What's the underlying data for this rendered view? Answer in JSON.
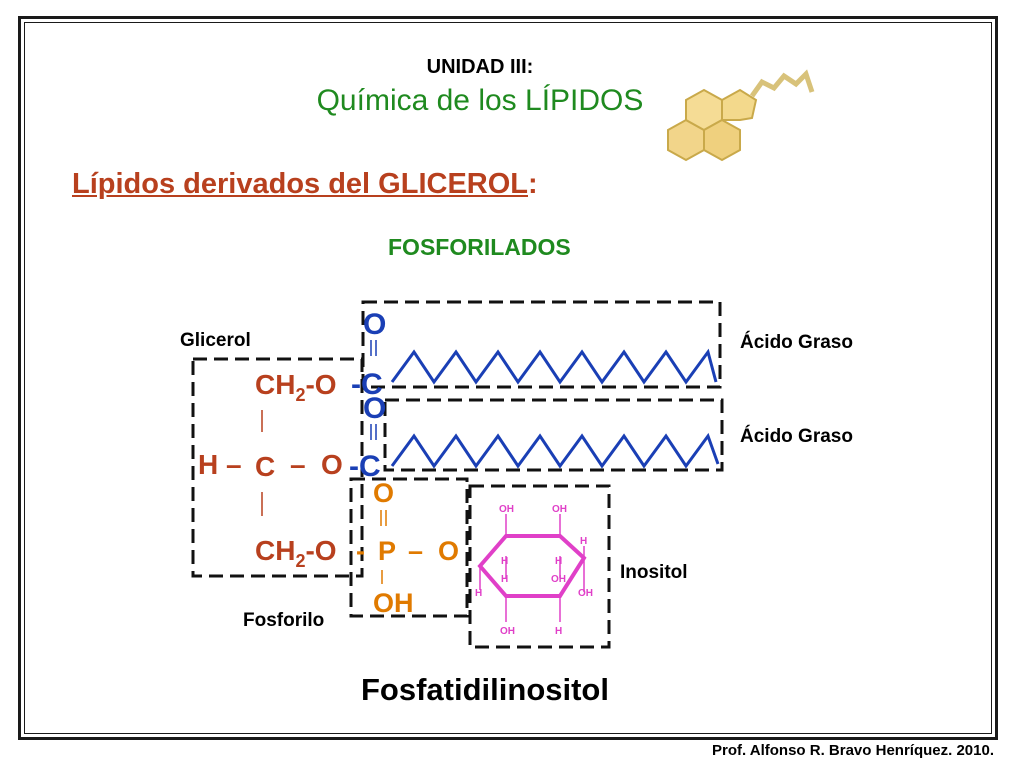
{
  "header": {
    "unit": "UNIDAD III:",
    "title": "Química de los LÍPIDOS"
  },
  "section": {
    "subtitle_main": "Lípidos derivados del GLICEROL",
    "subtitle_colon": ":",
    "category": "FOSFORILADOS"
  },
  "labels": {
    "glicerol": "Glicerol",
    "acido_graso_1": "Ácido Graso",
    "acido_graso_2": "Ácido Graso",
    "inositol": "Inositol",
    "fosforilo": "Fosforilo"
  },
  "formula": {
    "ch2o_top": "CH",
    "sub2": "2",
    "o_suffix": "-O",
    "dash_c": "-C",
    "o_double": "O",
    "h": "H",
    "dash": "–",
    "c": "C",
    "o": "O",
    "p": "P",
    "oh": "OH",
    "dash_short": "-",
    "o_phos": "O"
  },
  "ring": {
    "oh": "OH",
    "h": "H"
  },
  "caption": "Fosfatidilinositol",
  "credit": "Prof. Alfonso R. Bravo Henríquez. 2010.",
  "colors": {
    "green": "#1f8a1f",
    "red": "#b8401e",
    "blue": "#1a3fb5",
    "orange": "#e07a00",
    "magenta": "#e040c8"
  }
}
